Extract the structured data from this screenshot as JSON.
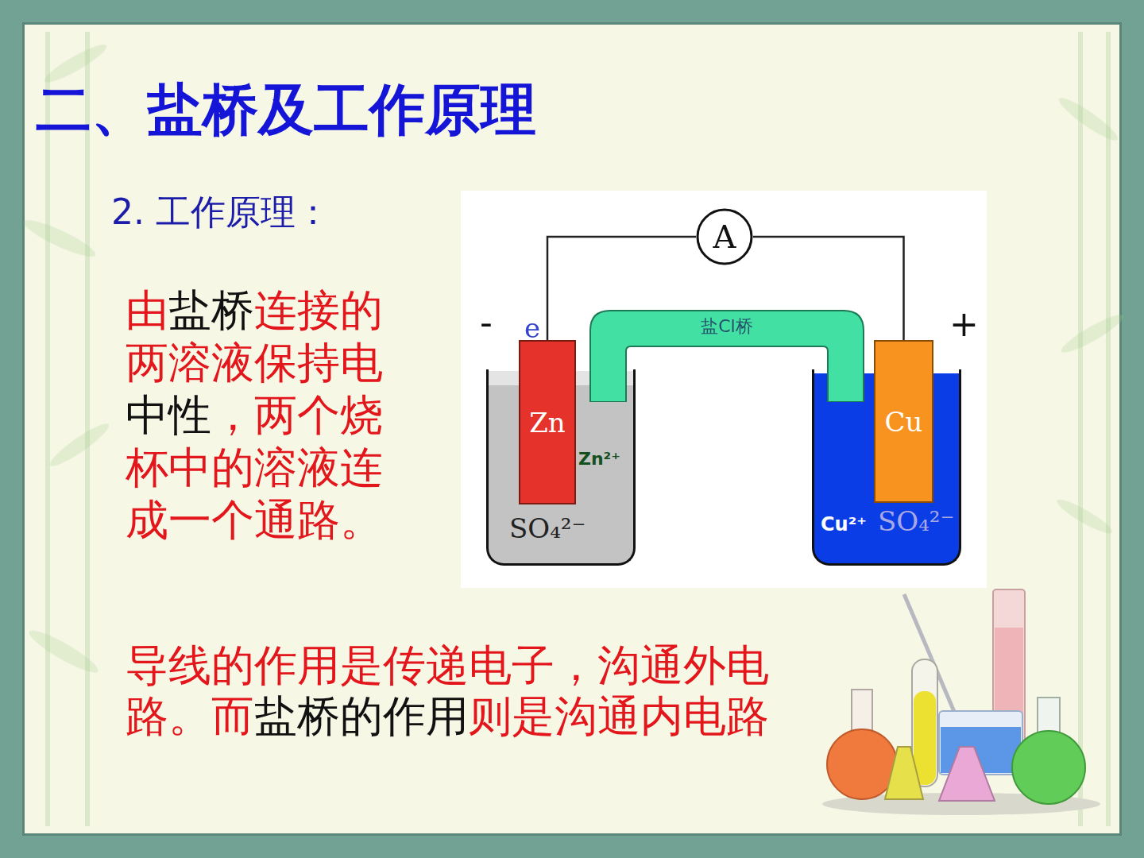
{
  "diagram": {
    "title": "二、盐桥及工作原理",
    "nodes": [
      {
        "text": [
          "A"
        ]
      },
      {
        "text": [
          "Zn²⁺",
          "SO₄²⁻"
        ]
      },
      {
        "text": [
          "Zn"
        ],
        "in": 1
      },
      {
        "text": [
          "盐Cl桥"
        ]
      },
      {
        "text": [
          "Cu²⁺",
          "SO₄²⁻"
        ]
      },
      {
        "text": [
          "Cu"
        ],
        "in": 4
      }
    ],
    "edges": [
      {
        "from": 2,
        "to": 0,
        "arrow": "none"
      },
      {
        "from": 0,
        "to": 5,
        "arrow": "none"
      }
    ],
    "labels": [
      "2. 工作原理：",
      "由",
      "盐桥",
      "连接的两溶液保持电",
      "中性",
      "，两个烧杯中的溶液连成一个通路。",
      "导线的作用是传递电子，沟通外电路。而",
      "盐桥的作用",
      "则是沟通内电路",
      "-",
      "e",
      "+"
    ]
  }
}
